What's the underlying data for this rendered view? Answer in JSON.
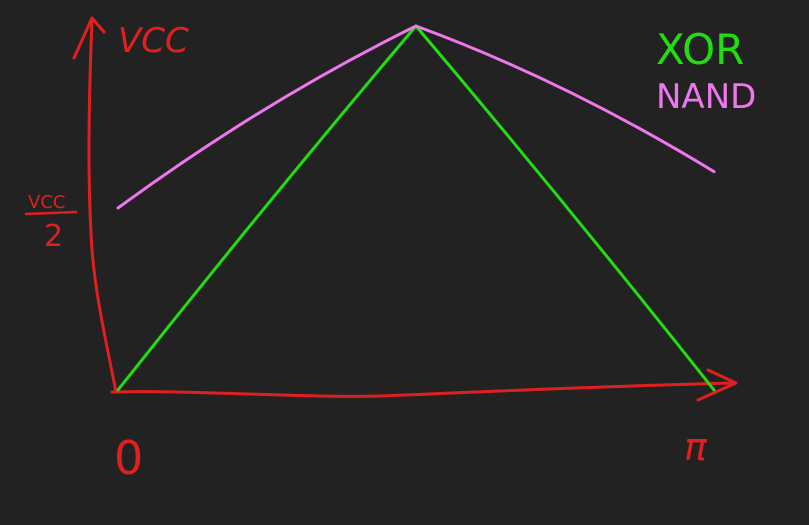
{
  "colors": {
    "background": "#222222",
    "axis": "#e02020",
    "xor_curve": "#22dd11",
    "nand_curve": "#ee77ee"
  },
  "labels": {
    "y_top": "VCC",
    "y_mid_numerator": "VCC",
    "y_mid_denominator": "2",
    "origin": "0",
    "x_end": "π",
    "legend_xor": "XOR",
    "legend_nand": "NAND"
  },
  "chart_data": {
    "type": "line",
    "xlabel": "",
    "ylabel": "",
    "x_ticks": [
      "0",
      "π"
    ],
    "y_ticks": [
      "VCC/2",
      "VCC"
    ],
    "xlim": [
      0,
      1
    ],
    "ylim": [
      0,
      1
    ],
    "legend_placement": "top-right",
    "series": [
      {
        "name": "XOR",
        "color": "#22dd11",
        "x": [
          0,
          0.5,
          1
        ],
        "y": [
          0,
          1,
          0
        ]
      },
      {
        "name": "NAND",
        "color": "#ee77ee",
        "x": [
          0,
          0.5,
          1
        ],
        "y": [
          0.5,
          1,
          0.6
        ]
      }
    ]
  }
}
